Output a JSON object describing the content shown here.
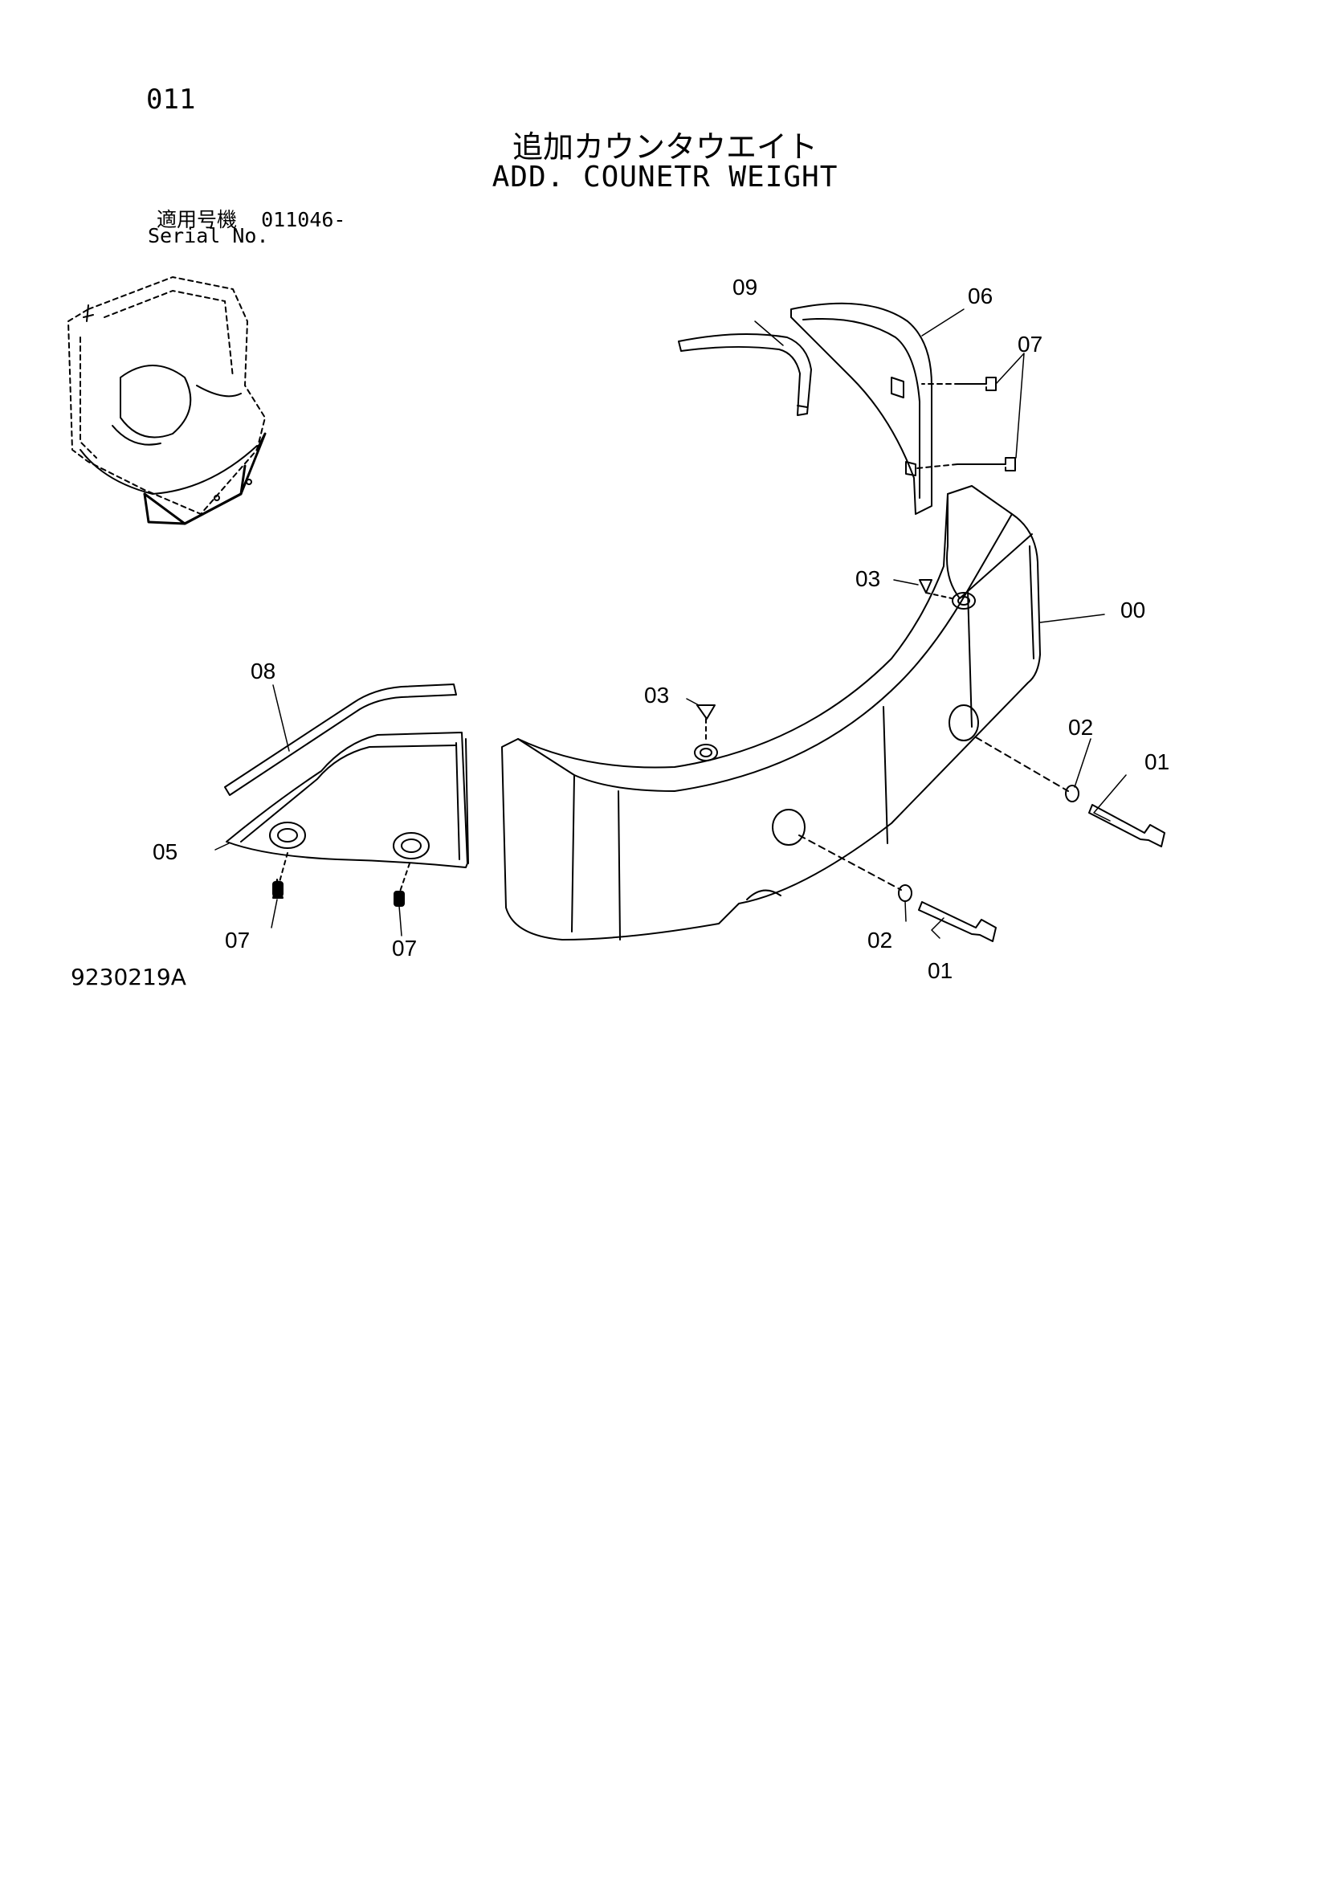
{
  "header": {
    "page_code": "011",
    "title_jp": "追加カウンタウエイト",
    "title_en": "ADD. COUNETR WEIGHT",
    "serial_label_jp": "適用号機",
    "serial_value": "011046-",
    "serial_label_en": "Serial No."
  },
  "drawing_number": "9230219A",
  "callouts": {
    "c00": "00",
    "c01a": "01",
    "c01b": "01",
    "c02a": "02",
    "c02b": "02",
    "c03a": "03",
    "c03b": "03",
    "c05": "05",
    "c06": "06",
    "c07a": "07",
    "c07b": "07",
    "c07c": "07",
    "c08": "08",
    "c09": "09"
  }
}
